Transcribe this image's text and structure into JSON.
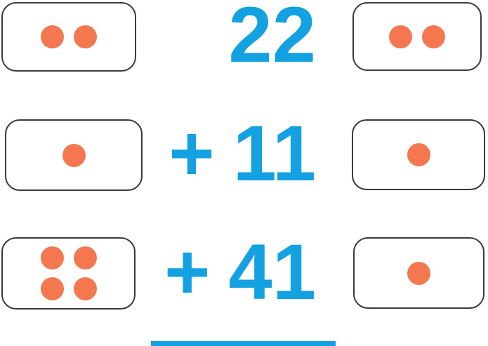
{
  "colors": {
    "number_blue": "#14A1E2",
    "dot_orange": "#F4774F",
    "card_border": "#3A3A3A",
    "background": "#FFFFFF"
  },
  "problem": {
    "type": "vertical-addition-with-dot-cards",
    "rows": [
      {
        "left_card_dots": 2,
        "operator": "",
        "addend": "22",
        "right_card_dots": 2
      },
      {
        "left_card_dots": 1,
        "operator": "+",
        "addend": "11",
        "right_card_dots": 1
      },
      {
        "left_card_dots": 4,
        "operator": "+",
        "addend": "41",
        "right_card_dots": 1
      }
    ],
    "answer_line_present": true,
    "answer_value_shown": ""
  }
}
